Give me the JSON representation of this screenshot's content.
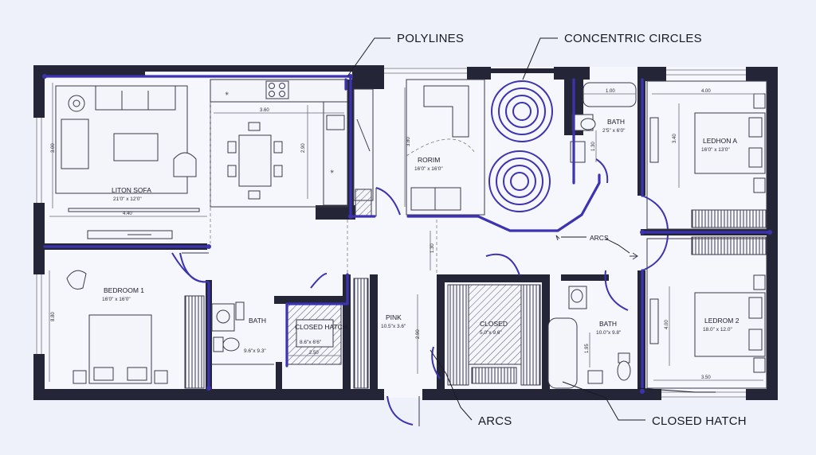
{
  "callouts": {
    "polylines": "POLYLINES",
    "concentric_circles": "CONCENTRIC CIRCLES",
    "arcs_right": "ARCS",
    "arcs_bottom": "ARCS",
    "closed_hatch": "CLOSED HATCH"
  },
  "rooms": {
    "living": {
      "name": "LITON SOFA",
      "size": "21'0\" x 12'0\""
    },
    "rorim": {
      "name": "RORIM",
      "size": "16'0\" x 16'0\""
    },
    "bath_top": {
      "name": "BATH",
      "size": "2'5\" x 6'0\""
    },
    "ledhon_a": {
      "name": "LEDHON A",
      "size": "16'0\" x 13'0\""
    },
    "bedroom1": {
      "name": "BEDROOM 1",
      "size": "16'0\" x 16'0\""
    },
    "bath_left": {
      "name": "BATH",
      "size": "9.6\"x 9.3\""
    },
    "closed_hatch": {
      "name": "CLOSED HATCH",
      "size": "8.6\"x 6'6\""
    },
    "pink": {
      "name": "PINK",
      "size": "10.5\"x 3.6\""
    },
    "closed": {
      "name": "CLOSED",
      "size": "5.0\"x 9.6\""
    },
    "bath_right": {
      "name": "BATH",
      "size": "10.0\"x 9.8\""
    },
    "ledrom2": {
      "name": "LEDROM 2",
      "size": "18.0\" x 12.0\""
    }
  },
  "dimensions": {
    "living_height": "3.00",
    "kitchen_width": "3.60",
    "kitchen_height": "2.90",
    "living_width": "4.40",
    "rorim_height": "3.80",
    "bath_top_width": "1.00",
    "bath_top_height": "1.30",
    "ledhon_width": "4.00",
    "ledhon_height": "3.40",
    "corridor": "1.30",
    "bedroom1_height": "8.80",
    "hatch_width": "2.50",
    "pink_height": "2.90",
    "bath_right_height": "1.95",
    "ledrom2_height": "4.00",
    "ledrom2_width": "3.50"
  }
}
